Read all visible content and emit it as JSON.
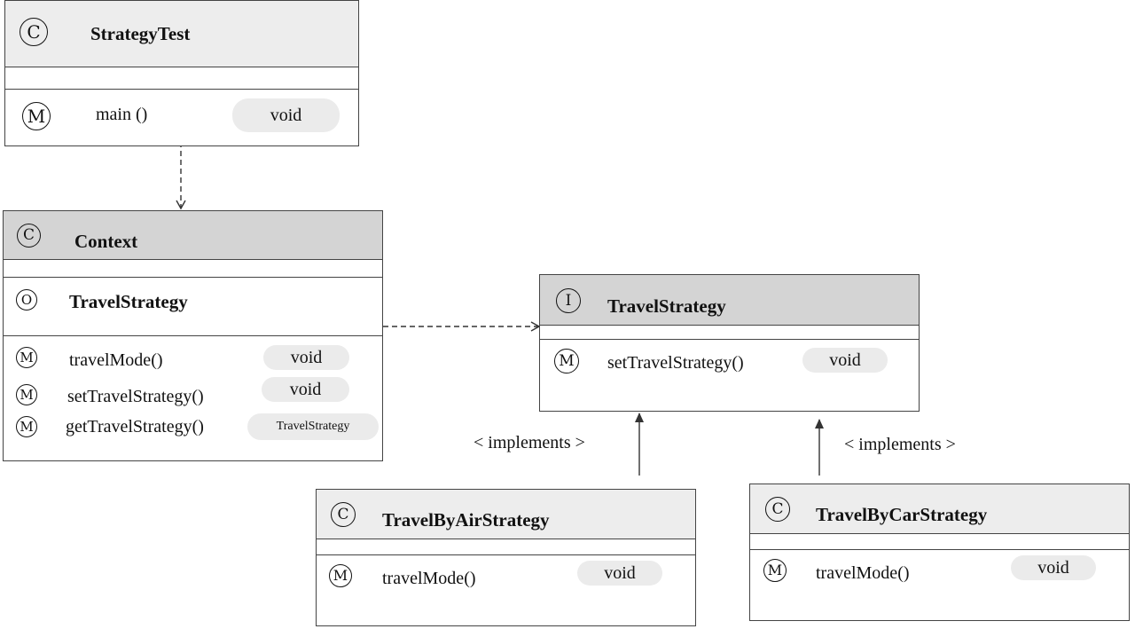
{
  "classes": {
    "strategy_test": {
      "icon": "C",
      "name": "StrategyTest",
      "methods": [
        {
          "icon": "M",
          "name": "main ()",
          "type": "void"
        }
      ]
    },
    "context": {
      "icon": "C",
      "name": "Context",
      "fields": [
        {
          "icon": "O",
          "name": "TravelStrategy"
        }
      ],
      "methods": [
        {
          "icon": "M",
          "name": "travelMode()",
          "type": "void"
        },
        {
          "icon": "M",
          "name": "setTravelStrategy()",
          "type": "void"
        },
        {
          "icon": "M",
          "name": "getTravelStrategy()",
          "type": "TravelStrategy"
        }
      ]
    },
    "travel_strategy": {
      "icon": "I",
      "name": "TravelStrategy",
      "methods": [
        {
          "icon": "M",
          "name": "setTravelStrategy()",
          "type": "void"
        }
      ]
    },
    "travel_by_air": {
      "icon": "C",
      "name": "TravelByAirStrategy",
      "methods": [
        {
          "icon": "M",
          "name": "travelMode()",
          "type": "void"
        }
      ]
    },
    "travel_by_car": {
      "icon": "C",
      "name": "TravelByCarStrategy",
      "methods": [
        {
          "icon": "M",
          "name": "travelMode()",
          "type": "void"
        }
      ]
    }
  },
  "relations": {
    "air_implements_label": "< implements >",
    "car_implements_label": "< implements >"
  }
}
